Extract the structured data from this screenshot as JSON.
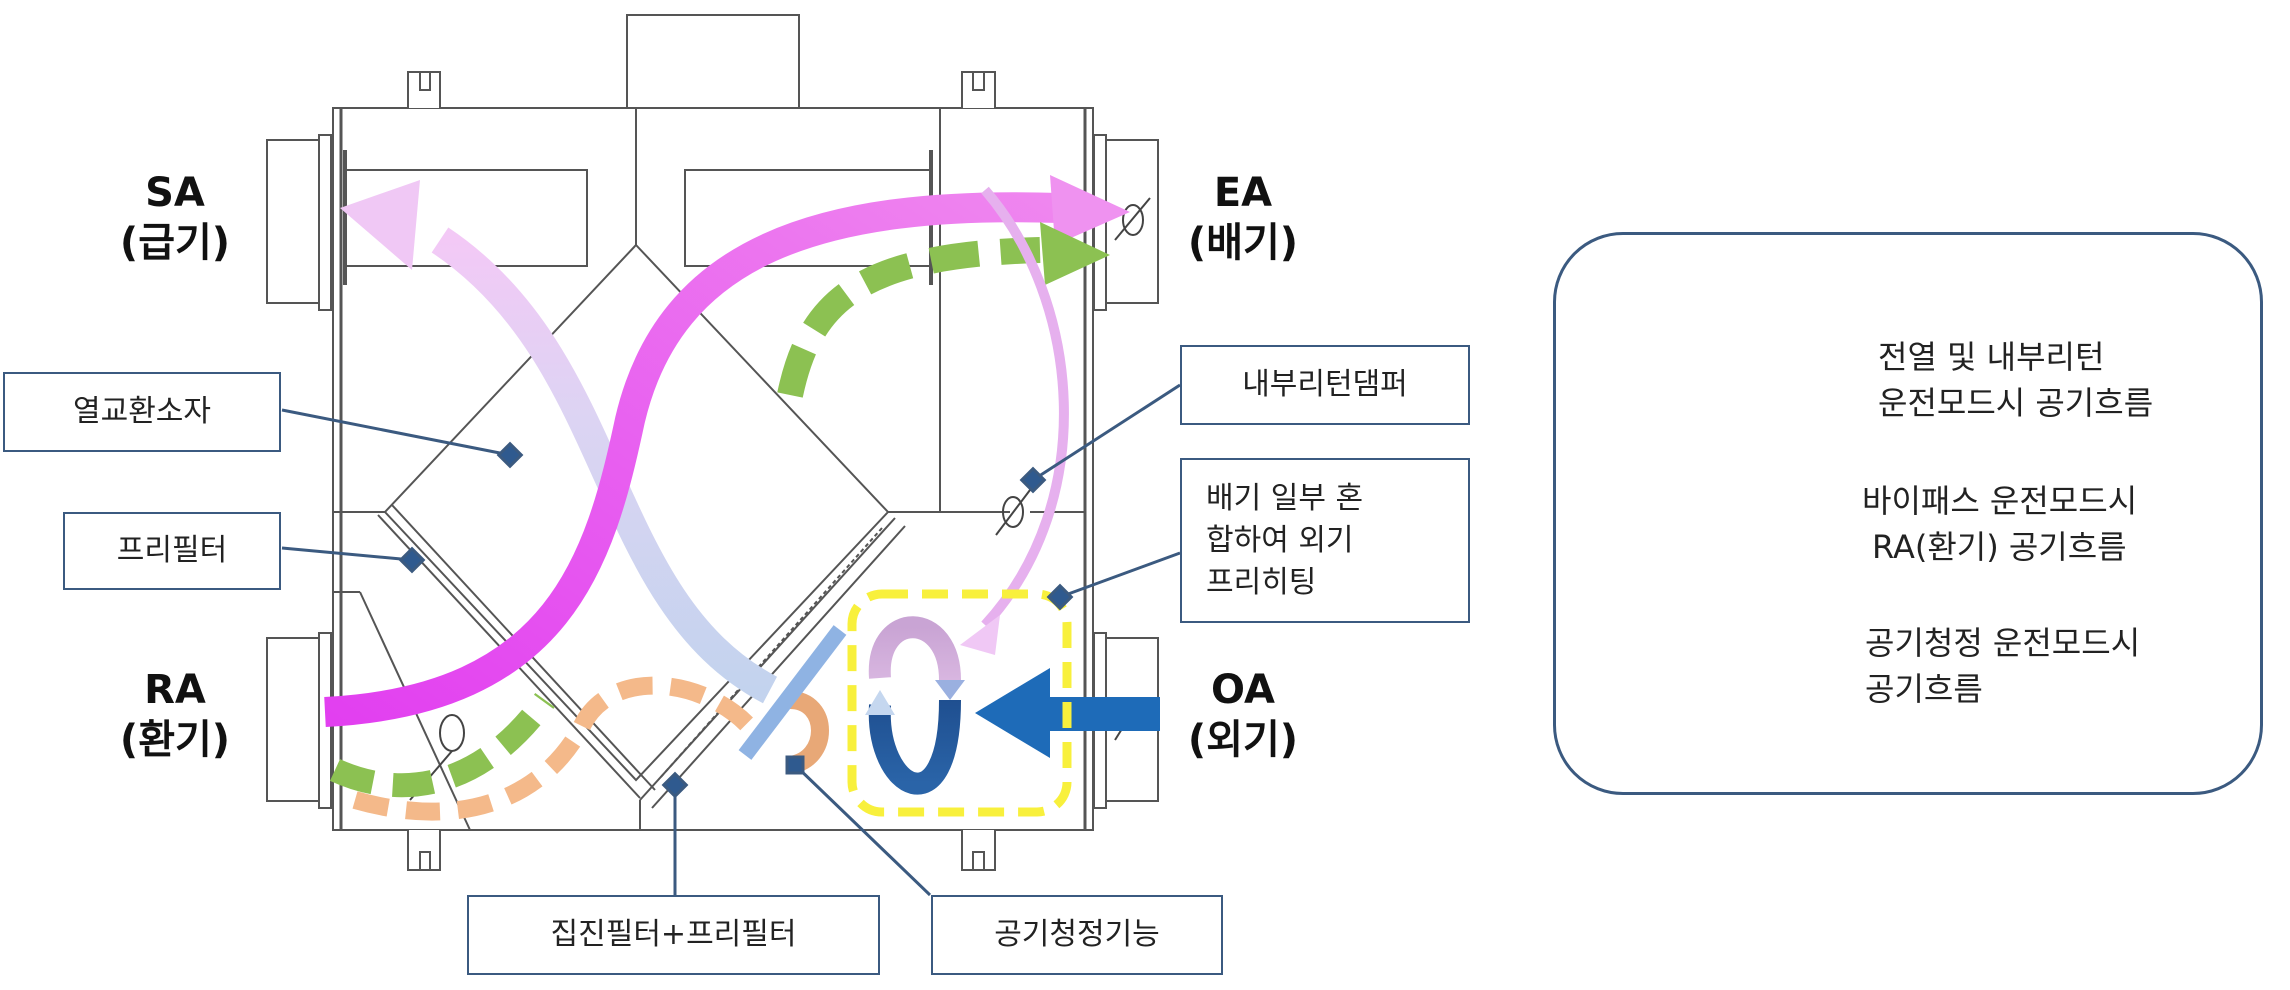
{
  "ports": {
    "sa": {
      "code": "SA",
      "name": "(급기)"
    },
    "ea": {
      "code": "EA",
      "name": "(배기)"
    },
    "ra": {
      "code": "RA",
      "name": "(환기)"
    },
    "oa": {
      "code": "OA",
      "name": "(외기)"
    }
  },
  "callouts": {
    "heat_exchanger": "열교환소자",
    "pre_filter": "프리필터",
    "internal_return_damper": "내부리턴댐퍼",
    "preheating": [
      "배기 일부 혼",
      "합하여 외기",
      "프리히팅"
    ],
    "dust_filter": "집진필터+프리필터",
    "air_purification": "공기청정기능"
  },
  "legend": {
    "items": [
      {
        "lines": [
          "전열 및 내부리턴",
          "운전모드시 공기흐름"
        ],
        "icon": "double-arrow-blue-pink",
        "colors": [
          "#4a72b0",
          "#ea84e4"
        ]
      },
      {
        "lines": [
          "바이패스 운전모드시",
          "RA(환기) 공기흐름"
        ],
        "icon": "dashed-arrow-green",
        "colors": [
          "#8cc152"
        ]
      },
      {
        "lines": [
          "공기청정 운전모드시",
          "공기흐름"
        ],
        "icon": "dashed-arrow-orange",
        "colors": [
          "#f4b98a"
        ]
      }
    ]
  },
  "colors": {
    "outline": "#555555",
    "callout_border": "#3b5a80",
    "marker": "#2f5a8f",
    "magenta": "#e845f0",
    "pink_light": "#f0c8f5",
    "lavender": "#c9d3f0",
    "green": "#8cc152",
    "orange": "#f4b98a",
    "blue": "#1e6bb8",
    "yellow": "#f8f03c"
  }
}
